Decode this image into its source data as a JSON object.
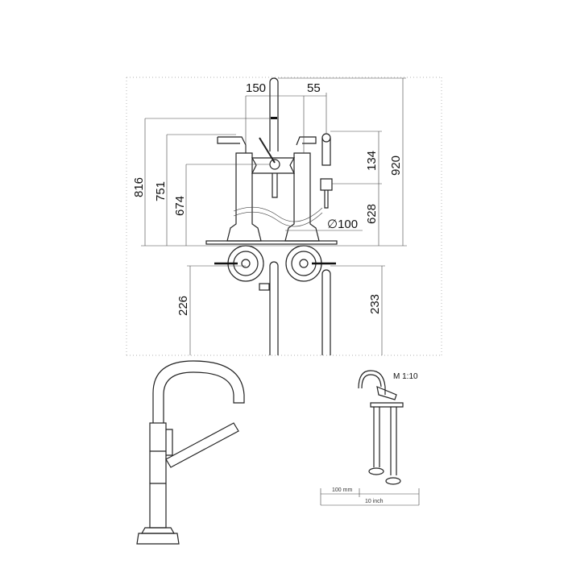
{
  "dimensions": {
    "width_150": "150",
    "width_55": "55",
    "height_816": "816",
    "height_751": "751",
    "height_674": "674",
    "height_134": "134",
    "height_920": "920",
    "height_628": "628",
    "diameter_100": "∅100",
    "depth_226": "226",
    "depth_233": "233"
  },
  "scale": {
    "label": "M 1:10",
    "metric_label": "100 mm",
    "imperial_label": "10 inch"
  }
}
